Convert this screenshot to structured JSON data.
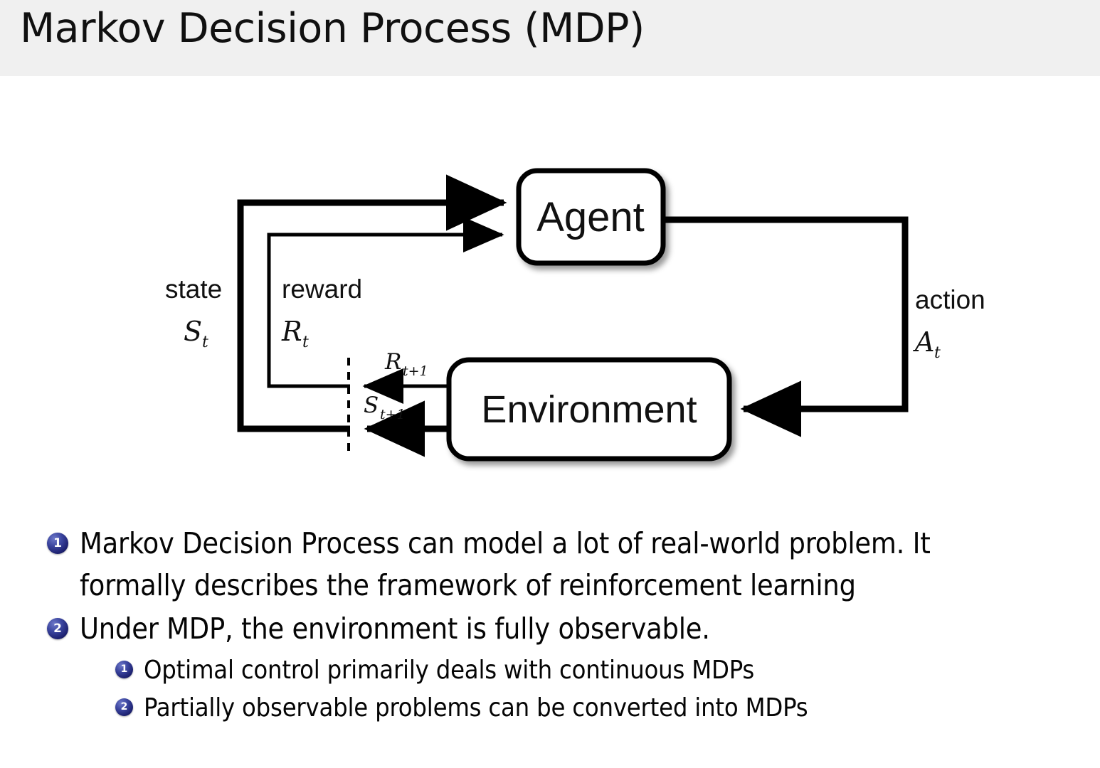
{
  "header": {
    "title": "Markov Decision Process (MDP)",
    "background_color": "#f0f0f0"
  },
  "diagram": {
    "name": "agent-environment-interaction-loop",
    "nodes": {
      "agent": "Agent",
      "environment": "Environment"
    },
    "edge_labels": {
      "state_word": "state",
      "state_symbol": "S",
      "state_symbol_sub": "t",
      "reward_word": "reward",
      "reward_symbol": "R",
      "reward_symbol_sub": "t",
      "action_word": "action",
      "action_symbol": "A",
      "action_symbol_sub": "t",
      "reward_next": "R",
      "reward_next_sub": "t+1",
      "state_next": "S",
      "state_next_sub": "t+1"
    },
    "stroke_color": "#000000",
    "fill_color": "#ffffff"
  },
  "bullets": {
    "badge_color": "#1d2170",
    "items": [
      {
        "number": "1",
        "level": 1,
        "lines": [
          "Markov Decision Process can model a lot of real-world problem.  It",
          "formally describes the framework of reinforcement learning"
        ]
      },
      {
        "number": "2",
        "level": 1,
        "lines": [
          "Under MDP, the environment is fully observable."
        ]
      },
      {
        "number": "1",
        "level": 2,
        "lines": [
          "Optimal control primarily deals with continuous MDPs"
        ]
      },
      {
        "number": "2",
        "level": 2,
        "lines": [
          "Partially observable problems can be converted into MDPs"
        ]
      }
    ]
  }
}
